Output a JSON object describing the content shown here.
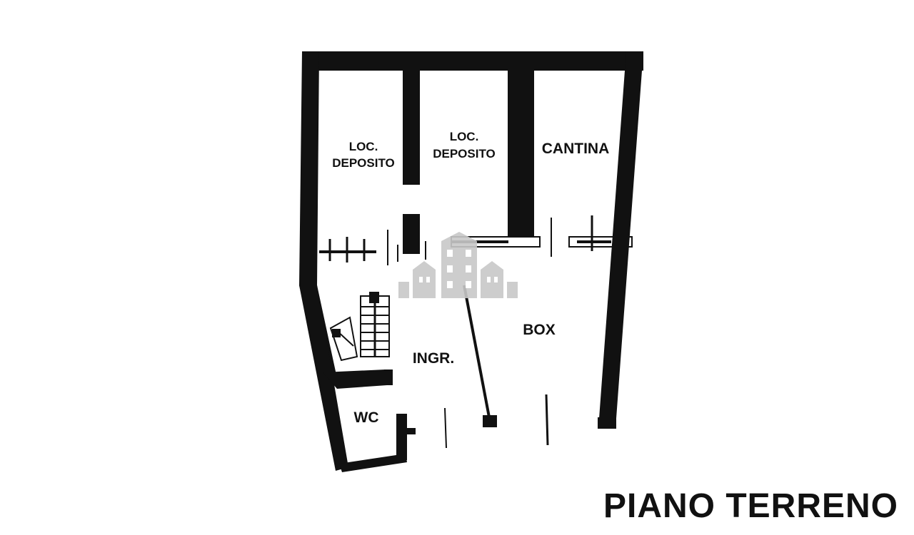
{
  "floor_title": "PIANO TERRENO",
  "rooms": {
    "deposito_1": {
      "line1": "LOC.",
      "line2": "DEPOSITO"
    },
    "deposito_2": {
      "line1": "LOC.",
      "line2": "DEPOSITO"
    },
    "cantina": "CANTINA",
    "box": "BOX",
    "ingresso": "INGR.",
    "wc": "WC"
  },
  "colors": {
    "wall": "#111111",
    "watermark": "#c8c8c8",
    "background": "#ffffff"
  }
}
